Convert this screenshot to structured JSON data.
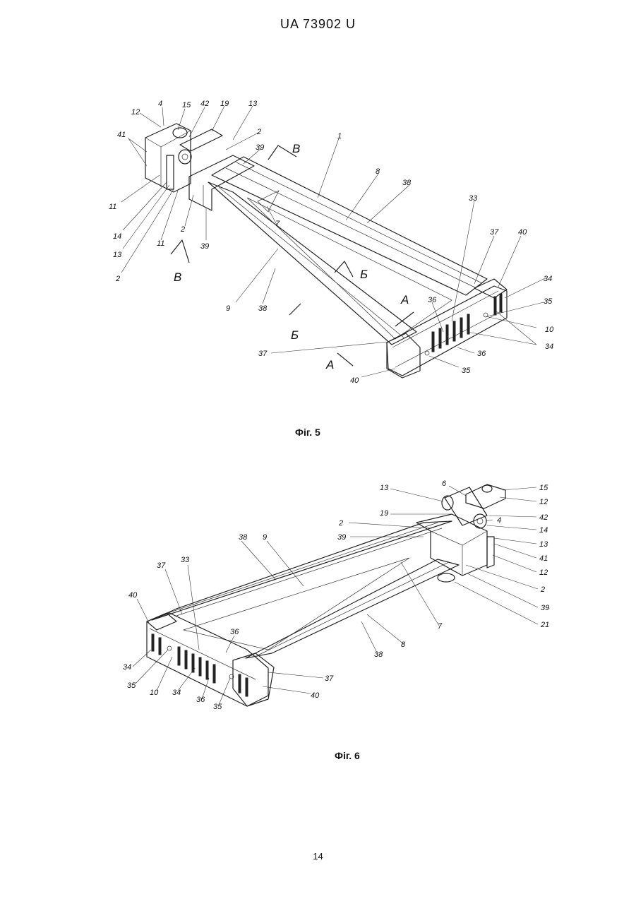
{
  "document": {
    "header": "UA   73902   U",
    "page_number": "14"
  },
  "figures": [
    {
      "caption": "Фіг. 5",
      "labels": [
        "12",
        "4",
        "15",
        "42",
        "19",
        "13",
        "41",
        "2",
        "39",
        "В",
        "1",
        "8",
        "38",
        "11",
        "14",
        "13",
        "2",
        "11",
        "2",
        "В",
        "39",
        "7",
        "Б",
        "33",
        "37",
        "40",
        "34",
        "35",
        "9",
        "38",
        "Б",
        "А",
        "36",
        "10",
        "34",
        "36",
        "37",
        "А",
        "40",
        "35"
      ],
      "section_letters": [
        "В",
        "В",
        "Б",
        "Б",
        "А",
        "А"
      ]
    },
    {
      "caption": "Фіг. 6",
      "labels": [
        "13",
        "6",
        "15",
        "12",
        "19",
        "42",
        "4",
        "2",
        "14",
        "39",
        "13",
        "41",
        "12",
        "38",
        "9",
        "37",
        "33",
        "2",
        "39",
        "21",
        "40",
        "36",
        "7",
        "8",
        "38",
        "34",
        "35",
        "10",
        "34",
        "36",
        "35",
        "37",
        "40"
      ]
    }
  ]
}
